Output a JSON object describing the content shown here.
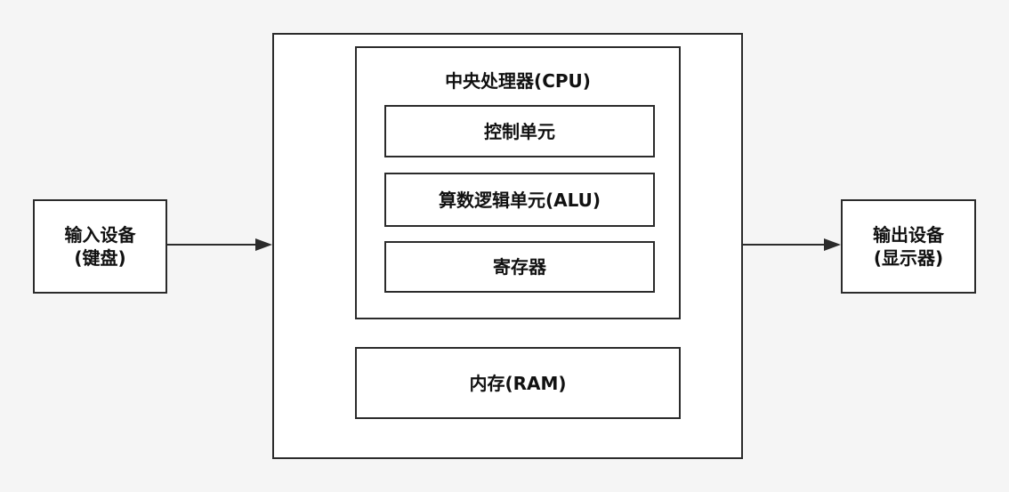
{
  "input_device": {
    "line1": "输入设备",
    "line2": "(键盘)"
  },
  "computer": {
    "cpu": {
      "title": "中央处理器(CPU)",
      "control_unit": "控制单元",
      "alu": "算数逻辑单元(ALU)",
      "registers": "寄存器"
    },
    "memory": "内存(RAM)"
  },
  "output_device": {
    "line1": "输出设备",
    "line2": "(显示器)"
  },
  "colors": {
    "stroke": "#2b2b2b",
    "background": "#f5f5f5",
    "box_fill": "#ffffff"
  }
}
